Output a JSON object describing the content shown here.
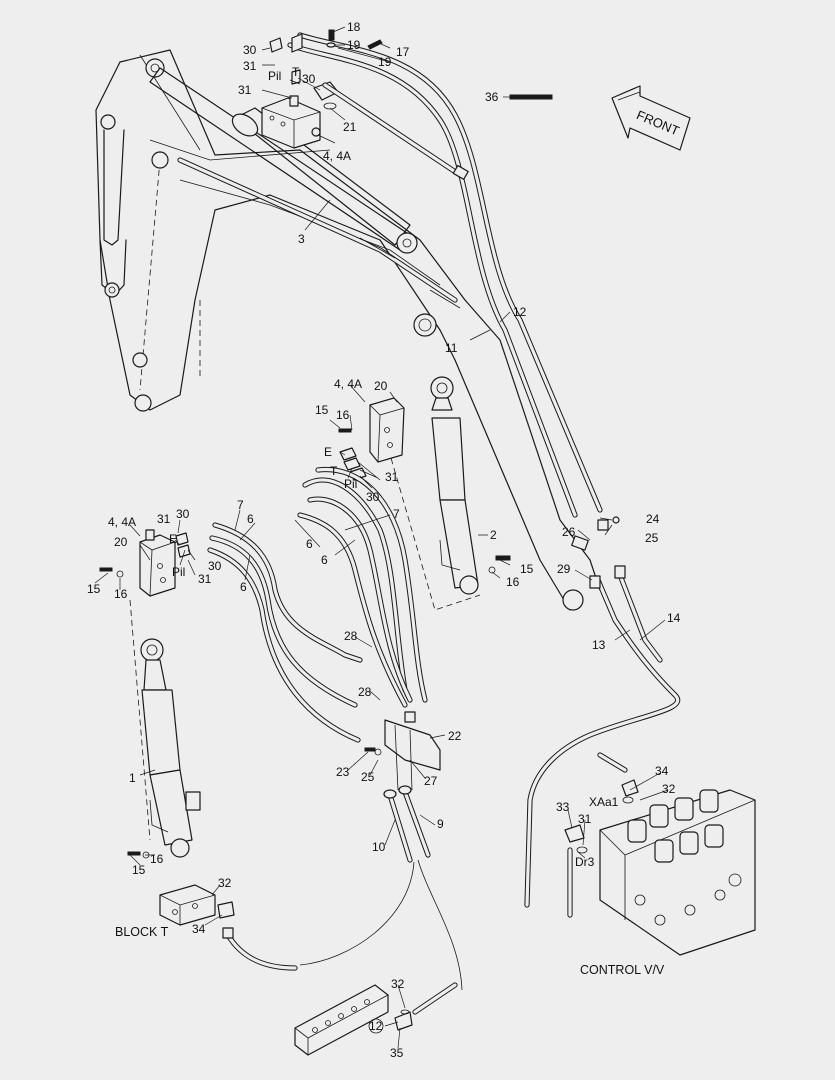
{
  "front_arrow": {
    "label": "FRONT"
  },
  "captions": {
    "block_t": "BLOCK T",
    "control_valve": "CONTROL V/V"
  },
  "labels": {
    "l18": "18",
    "l19a": "19",
    "l17": "17",
    "l19b": "19",
    "l30a": "30",
    "l31a": "31",
    "pil_a": "Pil",
    "t_a": "T",
    "l30b": "30",
    "l31b": "31",
    "l21": "21",
    "l4a": "4, 4A",
    "l3": "3",
    "l36": "36",
    "l12": "12",
    "l11": "11",
    "l4b": "4, 4A",
    "l20a": "20",
    "l15a": "15",
    "l16a": "16",
    "e_b": "E",
    "t_b": "T",
    "pil_b": "Pil",
    "l31c": "31",
    "l30c": "30",
    "l2": "2",
    "l15b": "15",
    "l16b": "16",
    "l26": "26",
    "l24": "24",
    "l25a": "25",
    "l29": "29",
    "l14": "14",
    "l13": "13",
    "l4c": "4, 4A",
    "l31d": "31",
    "l30d": "30",
    "l20b": "20",
    "e_c": "E",
    "pil_c": "Pil",
    "l30e": "30",
    "l31e": "31",
    "l15c": "15",
    "l16c": "16",
    "l7a": "7",
    "l6a": "6",
    "l6b": "6",
    "l7b": "7",
    "l6c": "6",
    "l6d": "6",
    "l28a": "28",
    "l28b": "28",
    "l22": "22",
    "l23": "23",
    "l25b": "25",
    "l27": "27",
    "l1": "1",
    "l15d": "15",
    "l16d": "16",
    "l10": "10",
    "l9": "9",
    "l32a": "32",
    "l34a": "34",
    "l34b": "34",
    "l32b": "32",
    "xaa1": "XAa1",
    "l33": "33",
    "l31f": "31",
    "dr3": "Dr3",
    "l32c": "32",
    "l12c": "12",
    "l35": "35"
  },
  "colors": {
    "background": "#eeeeee",
    "ink": "#1a1a1a"
  }
}
